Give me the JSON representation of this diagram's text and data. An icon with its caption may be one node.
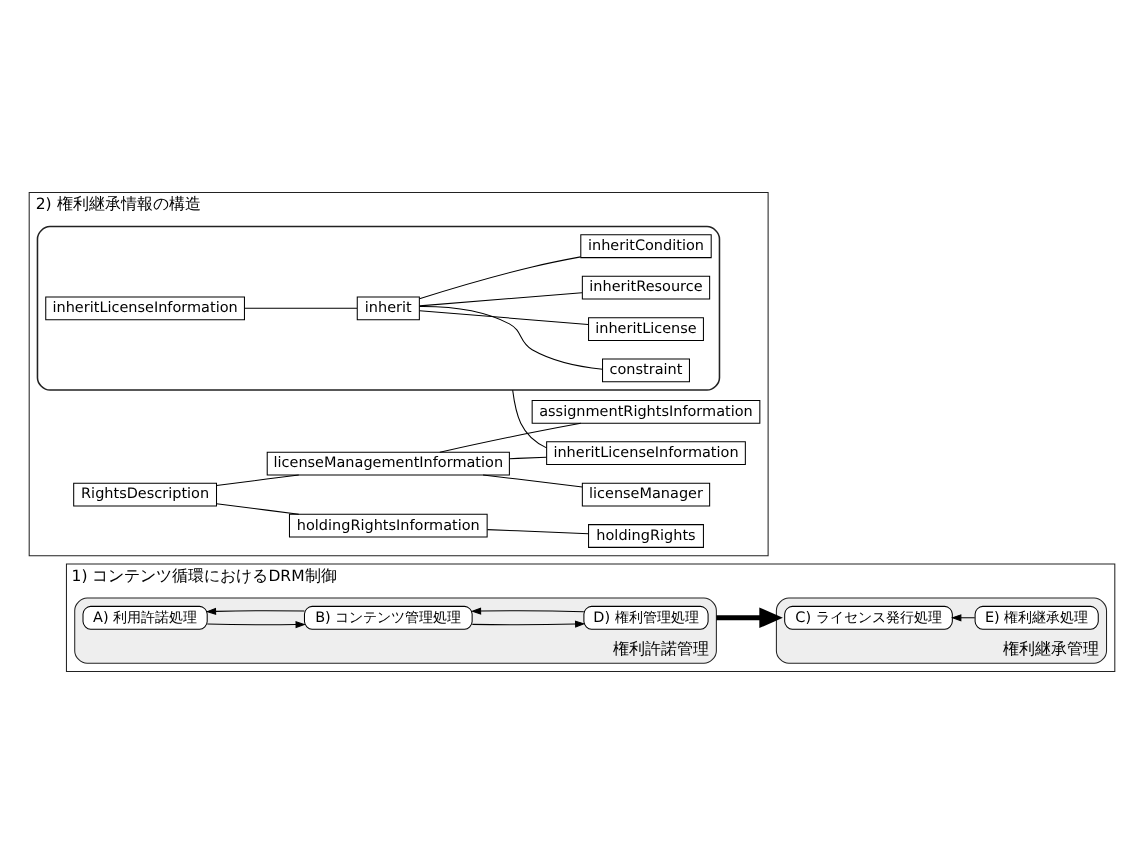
{
  "diagram": {
    "nodes": [
      {
        "text": [
          "1) コンテンツ循環におけるDRM制御"
        ]
      },
      {
        "text": [
          "権利許諾管理"
        ],
        "in": 0
      },
      {
        "text": [
          "A) 利用許諾処理"
        ],
        "in": 1
      },
      {
        "text": [
          "B) コンテンツ管理処理"
        ],
        "in": 1
      },
      {
        "text": [
          "D) 権利管理処理"
        ],
        "in": 1
      },
      {
        "text": [
          "権利継承管理"
        ],
        "in": 0
      },
      {
        "text": [
          "C) ライセンス発行処理"
        ],
        "in": 5
      },
      {
        "text": [
          "E) 権利継承処理"
        ],
        "in": 5
      },
      {
        "text": [
          "2) 権利継承情報の構造"
        ]
      },
      {
        "text": [
          "RightsDescription"
        ],
        "in": 8
      },
      {
        "text": [
          "holdingRightsInformation"
        ],
        "in": 8
      },
      {
        "text": [
          "holdingRights"
        ],
        "in": 8
      },
      {
        "text": [
          "licenseManagementInformation"
        ],
        "in": 8
      },
      {
        "text": [
          "licenseManager"
        ],
        "in": 8
      },
      {
        "text": [
          "inheritLicenseInformation"
        ],
        "in": 8
      },
      {
        "text": [
          "assignmentRightsInformation"
        ],
        "in": 8
      },
      {
        "text": [],
        "shape": "box",
        "in": 8
      },
      {
        "text": [
          "inheritLicenseInformation"
        ],
        "in": 16
      },
      {
        "text": [
          "inherit"
        ],
        "in": 16
      },
      {
        "text": [
          "constraint"
        ],
        "in": 16
      },
      {
        "text": [
          "inheritLicense"
        ],
        "in": 16
      },
      {
        "text": [
          "inheritResource"
        ],
        "in": 16
      },
      {
        "text": [
          "inheritCondition"
        ],
        "in": 16
      }
    ],
    "edges": [
      {
        "from": 2,
        "to": 3,
        "arrow": "to"
      },
      {
        "from": 3,
        "to": 2,
        "arrow": "to"
      },
      {
        "from": 3,
        "to": 4,
        "arrow": "to"
      },
      {
        "from": 4,
        "to": 3,
        "arrow": "to"
      },
      {
        "from": 1,
        "to": 5,
        "arrow": "to",
        "style": "thick"
      },
      {
        "from": 7,
        "to": 6,
        "arrow": "to"
      },
      {
        "from": 9,
        "to": 10,
        "arrow": "none"
      },
      {
        "from": 10,
        "to": 11,
        "arrow": "none"
      },
      {
        "from": 9,
        "to": 12,
        "arrow": "none"
      },
      {
        "from": 12,
        "to": 13,
        "arrow": "none"
      },
      {
        "from": 12,
        "to": 14,
        "arrow": "none"
      },
      {
        "from": 12,
        "to": 15,
        "arrow": "none"
      },
      {
        "from": 16,
        "to": 14,
        "arrow": "none"
      },
      {
        "from": 17,
        "to": 18,
        "arrow": "none"
      },
      {
        "from": 18,
        "to": 19,
        "arrow": "none"
      },
      {
        "from": 18,
        "to": 20,
        "arrow": "none"
      },
      {
        "from": 18,
        "to": 21,
        "arrow": "none"
      },
      {
        "from": 18,
        "to": 22,
        "arrow": "none"
      }
    ]
  }
}
